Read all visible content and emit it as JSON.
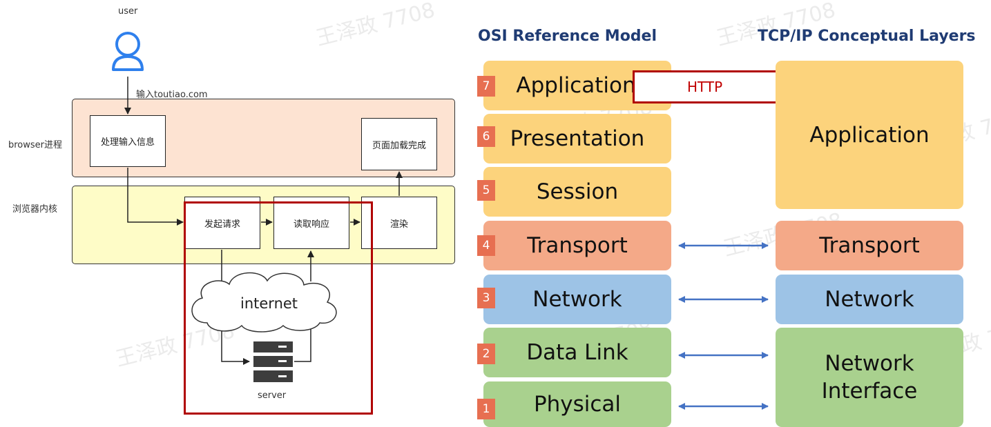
{
  "watermark": "王泽政 7708",
  "flow": {
    "user_label": "user",
    "input_label": "输入toutiao.com",
    "browser_process_label": "browser进程",
    "kernel_label": "浏览器内核",
    "handle_input": "处理输入信息",
    "page_loaded": "页面加载完成",
    "send_request": "发起请求",
    "read_response": "读取响应",
    "render": "渲染",
    "internet": "internet",
    "server": "server"
  },
  "osi": {
    "title": "OSI Reference Model",
    "layers": [
      {
        "num": "7",
        "name": "Application"
      },
      {
        "num": "6",
        "name": "Presentation"
      },
      {
        "num": "5",
        "name": "Session"
      },
      {
        "num": "4",
        "name": "Transport"
      },
      {
        "num": "3",
        "name": "Network"
      },
      {
        "num": "2",
        "name": "Data Link"
      },
      {
        "num": "1",
        "name": "Physical"
      }
    ],
    "http_label": "HTTP"
  },
  "tcpip": {
    "title": "TCP/IP Conceptual Layers",
    "layers": [
      "Application",
      "Transport",
      "Network",
      "Network Interface"
    ]
  },
  "colors": {
    "application": "#fcd37c",
    "transport": "#f4a988",
    "network": "#9dc3e6",
    "link": "#a9d18e",
    "highlight": "#b00000",
    "arrow": "#4472c4"
  }
}
